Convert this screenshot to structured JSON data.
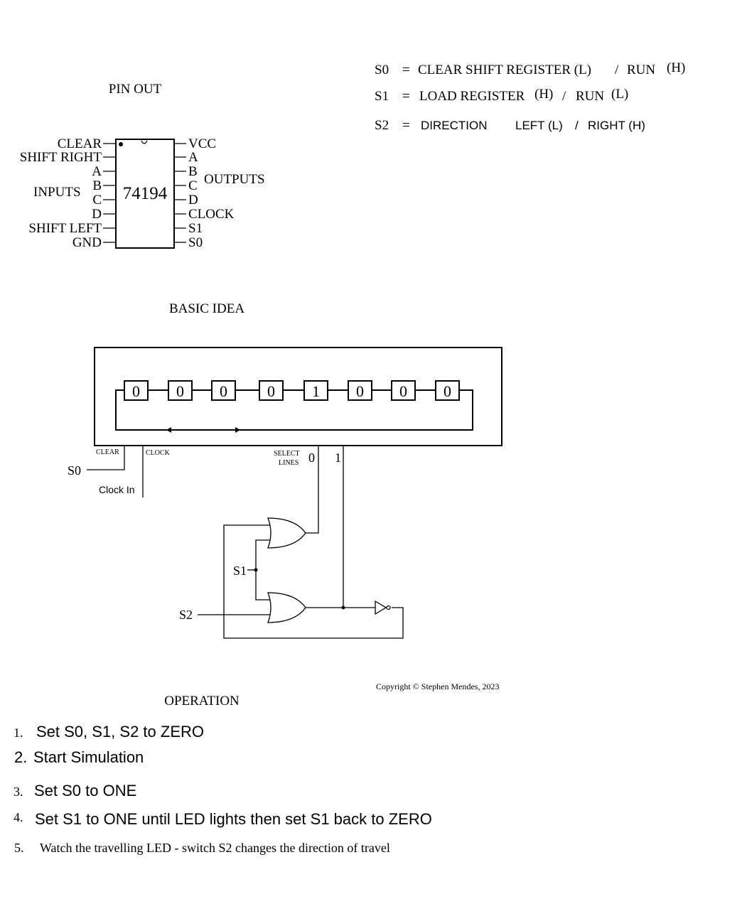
{
  "legend": {
    "s0": {
      "name": "S0",
      "eq": "=",
      "text": "CLEAR SHIFT REGISTER (L)",
      "sep": "/",
      "run": "RUN",
      "state": "(H)"
    },
    "s1": {
      "name": "S1",
      "eq": "=",
      "text": "LOAD REGISTER",
      "state1": "(H)",
      "sep": "/",
      "run": "RUN",
      "state2": "(L)"
    },
    "s2": {
      "name": "S2",
      "eq": "=",
      "text": "DIRECTION",
      "left": "LEFT (L)",
      "sep": "/",
      "right": "RIGHT (H)"
    }
  },
  "pinout": {
    "title": "PIN OUT",
    "chip": "74194",
    "left_pins": [
      "CLEAR",
      "SHIFT RIGHT",
      "A",
      "B",
      "C",
      "D",
      "SHIFT LEFT",
      "GND"
    ],
    "right_pins": [
      "VCC",
      "A",
      "B",
      "C",
      "D",
      "CLOCK",
      "S1",
      "S0"
    ],
    "inputs_label": "INPUTS",
    "outputs_label": "OUTPUTS"
  },
  "basic_idea": {
    "title": "BASIC IDEA",
    "cells": [
      "0",
      "0",
      "0",
      "0",
      "1",
      "0",
      "0",
      "0"
    ],
    "clear_label": "CLEAR",
    "clock_label": "CLOCK",
    "select_label_1": "SELECT",
    "select_label_2": "LINES",
    "select0": "0",
    "select1": "1",
    "s0_label": "S0",
    "clock_in_label": "Clock In",
    "s1_label": "S1",
    "s2_label": "S2"
  },
  "copyright": "Copyright © Stephen Mendes, 2023",
  "operation": {
    "title": "OPERATION",
    "steps": [
      {
        "num": "1.",
        "text": "Set  S0, S1, S2  to ZERO"
      },
      {
        "num": "2.",
        "text": "Start Simulation"
      },
      {
        "num": "3.",
        "text": "Set S0 to ONE"
      },
      {
        "num": "4.",
        "text": "Set S1 to ONE until LED lights then set S1 back to ZERO"
      },
      {
        "num": "5.",
        "text": "Watch the travelling LED - switch S2 changes the direction of travel"
      }
    ]
  }
}
